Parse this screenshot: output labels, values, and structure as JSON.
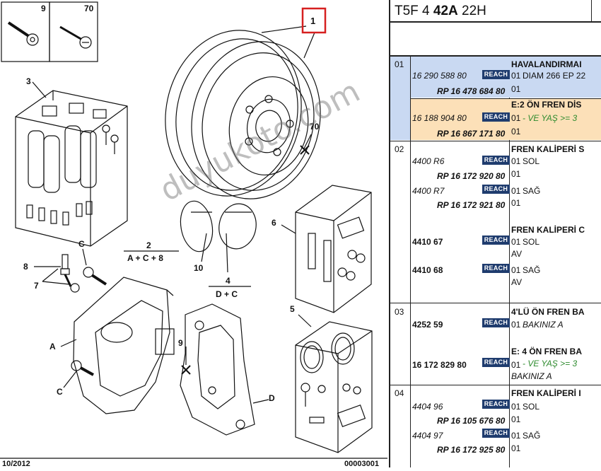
{
  "header": {
    "prefix": "T5F 4",
    "bold": "42A",
    "suffix": "22H"
  },
  "diagram": {
    "callouts": {
      "c9_box": "9",
      "c70_box": "70",
      "c1": "1",
      "c3": "3",
      "c70": "70",
      "c2": "2",
      "c2_formula": "A + C + 8",
      "c10": "10",
      "c4": "4",
      "c4_formula": "D + C",
      "c6": "6",
      "c5": "5",
      "c8": "8",
      "c7": "7",
      "c_top": "C",
      "cA": "A",
      "c_bottom": "C",
      "c9": "9",
      "cD": "D"
    },
    "date": "10/2012",
    "code": "00003001",
    "watermark": "duyukoto.com"
  },
  "table": {
    "reach_label": "REACH",
    "groups": [
      {
        "num": "01",
        "entries": [
          {
            "ref": "16 290 588 80",
            "ref_style": "it",
            "qty": "01",
            "desc": "HAVALANDIRMAI",
            "desc2": "DIAM 266 EP 22",
            "sub_ref": "RP 16 478 684 80",
            "sub_qty": "01"
          },
          {
            "ref": "16 188 904 80",
            "ref_style": "it",
            "qty": "01",
            "desc": "E:2 ÖN FREN DİS",
            "desc2": "- VE YAŞ >= 3",
            "sub_ref": "RP 16 867 171 80",
            "sub_qty": "01"
          }
        ]
      },
      {
        "num": "02",
        "entries": [
          {
            "ref": "4400 R6",
            "ref_style": "it",
            "qty": "01",
            "desc_top": "FREN KALİPERİ S",
            "desc": "SOL",
            "sub_ref": "RP 16 172 920 80",
            "sub_qty": "01"
          },
          {
            "ref": "4400 R7",
            "ref_style": "it",
            "qty": "01",
            "desc": "SAĞ",
            "sub_ref": "RP 16 172 921 80",
            "sub_qty": "01"
          },
          {
            "ref": "4410 67",
            "ref_style": "bd",
            "qty": "01",
            "desc_top": "FREN KALİPERİ C",
            "desc": "SOL",
            "desc2": "AV"
          },
          {
            "ref": "4410 68",
            "ref_style": "bd",
            "qty": "01",
            "desc": "SAĞ",
            "desc2": "AV"
          }
        ]
      },
      {
        "num": "03",
        "entries": [
          {
            "ref": "4252 59",
            "ref_style": "bd",
            "qty": "01",
            "desc_top": "4'LÜ ÖN FREN BA",
            "desc": "BAKINIZ A"
          },
          {
            "ref": "16 172 829 80",
            "ref_style": "bd",
            "qty": "01",
            "desc_top": "E: 4 ÖN FREN BA",
            "desc": "- VE YAŞ >= 3",
            "desc2": "BAKINIZ A"
          }
        ]
      },
      {
        "num": "04",
        "entries": [
          {
            "ref": "4404 96",
            "ref_style": "it",
            "qty": "01",
            "desc_top": "FREN KALİPERİ I",
            "desc": "SOL",
            "sub_ref": "RP 16 105 676 80",
            "sub_qty": "01"
          },
          {
            "ref": "4404 97",
            "ref_style": "it",
            "qty": "01",
            "desc": "SAĞ",
            "sub_ref": "RP 16 172 925 80",
            "sub_qty": "01"
          }
        ]
      }
    ]
  },
  "colors": {
    "row1_bg": "#c9d9f2",
    "row2_bg": "#fce0b8",
    "reach_bg": "#1f3c6e",
    "highlight_box": "#d62020"
  }
}
